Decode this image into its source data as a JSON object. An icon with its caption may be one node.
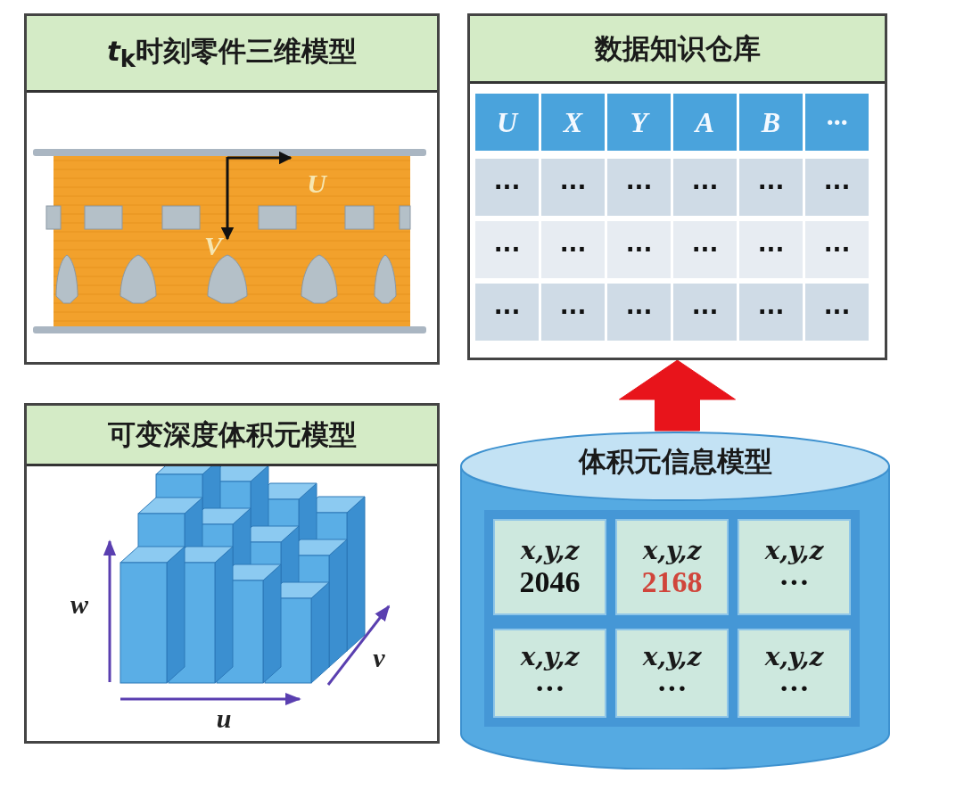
{
  "diagram": {
    "nodes": [
      {
        "text": [
          "*t*$_{k}$时刻零件三维模型"
        ]
      },
      {
        "text": [
          "数据知识仓库"
        ]
      },
      {
        "text": [
          "可变深度体积元模型"
        ]
      },
      {
        "text": [
          "体积元信息模型"
        ]
      },
      {
        "text": [
          "x,y,z",
          "2046"
        ],
        "in": 3
      },
      {
        "text": [
          "x,y,z",
          "2168"
        ],
        "in": 3
      },
      {
        "text": [
          "x,y,z",
          "···"
        ],
        "in": 3
      },
      {
        "text": [
          "x,y,z",
          "···"
        ],
        "in": 3
      },
      {
        "text": [
          "x,y,z",
          "···"
        ],
        "in": 3
      },
      {
        "text": [
          "x,y,z",
          "···"
        ],
        "in": 3
      }
    ],
    "edges": [
      {
        "from": 3,
        "to": 1,
        "arrow": "to",
        "color": "#e8141b"
      }
    ],
    "labels": [
      "U",
      "V",
      "U",
      "X",
      "Y",
      "A",
      "B",
      "···",
      "···",
      "···",
      "···",
      "···",
      "···",
      "···",
      "···",
      "···",
      "···",
      "···",
      "···",
      "···",
      "···",
      "···",
      "···",
      "···",
      "···",
      "···",
      "w",
      "v",
      "u"
    ]
  }
}
